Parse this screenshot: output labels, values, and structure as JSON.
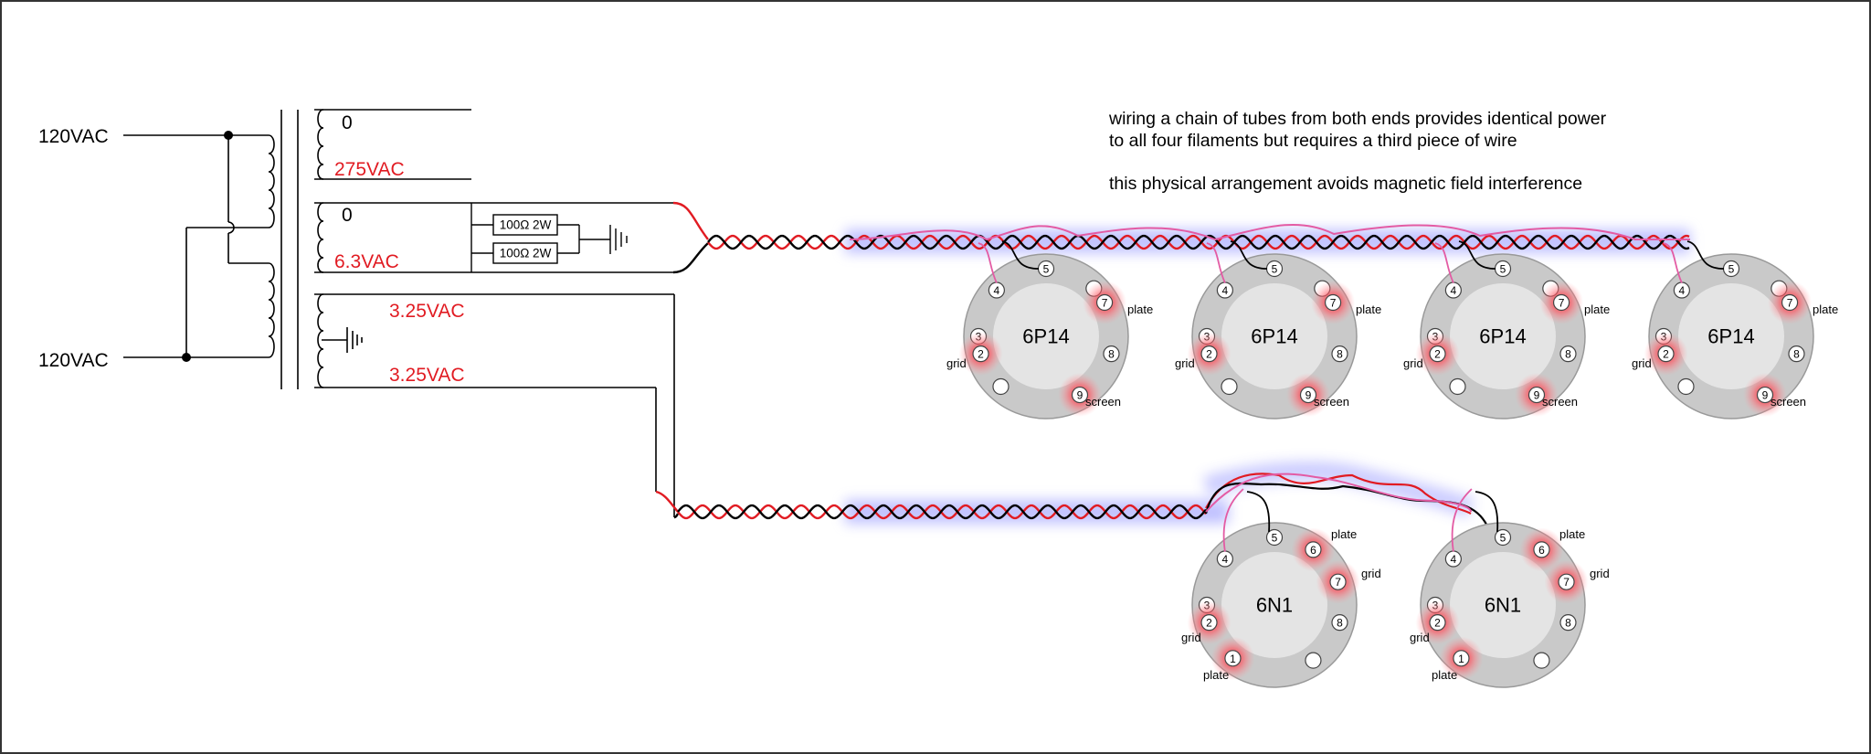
{
  "primary": {
    "top_label": "120VAC",
    "bottom_label": "120VAC"
  },
  "secondaries": {
    "hv": {
      "tap_top": "0",
      "tap_bottom": "275VAC"
    },
    "heater": {
      "tap_top": "0",
      "tap_bottom": "6.3VAC"
    },
    "split": {
      "tap_top": "3.25VAC",
      "tap_bottom": "3.25VAC"
    }
  },
  "resistors": [
    {
      "label": "100Ω 2W"
    },
    {
      "label": "100Ω 2W"
    }
  ],
  "notes": {
    "line1": "wiring a chain of tubes from both ends provides identical power",
    "line2": "to all four filaments but requires a third piece of wire",
    "line3": "this physical arrangement avoids magnetic field interference"
  },
  "tubes_6p14": {
    "name": "6P14",
    "pins": [
      "3",
      "4",
      "5",
      "7",
      "8",
      "9",
      "2"
    ],
    "labels": {
      "plate": "plate",
      "grid": "grid",
      "screen": "screen"
    }
  },
  "tubes_6n1": {
    "name": "6N1",
    "pins": [
      "3",
      "4",
      "5",
      "6",
      "7",
      "8",
      "2",
      "1"
    ],
    "labels": {
      "plate_top": "plate",
      "grid_right": "grid",
      "grid_left": "grid",
      "plate_bottom": "plate"
    }
  },
  "colors": {
    "hot": "#e11b22",
    "neutral": "#000000",
    "glow": "#9fa0ff",
    "socket": "#c9c9c9",
    "socket_inner": "#e4e4e4",
    "pin_glow": "#ff3b45"
  }
}
